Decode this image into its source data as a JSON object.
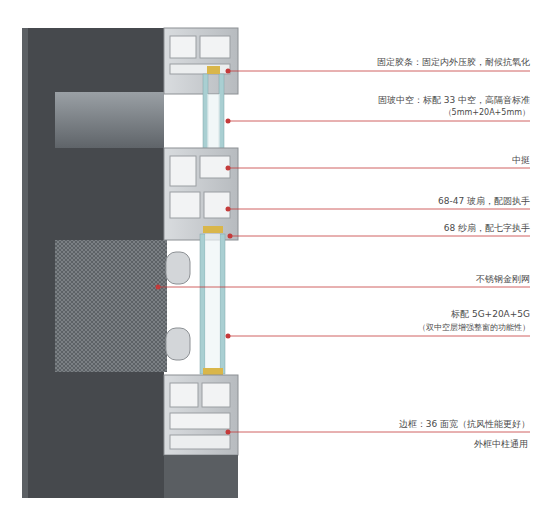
{
  "diagram": {
    "labels": [
      "固定胶条：固定内外压胶，耐候抗氧化",
      "固玻中空：标配 33 中空，高隔音标准",
      "（5mm+20A+5mm）",
      "中挺",
      "68-47 玻扇，配圆执手",
      "68 纱扇，配七字执手",
      "不锈钢金刚网",
      "标配 5G+20A+5G",
      "（双中空层增强整窗的功能性）",
      "边框：36 面宽（抗风性能更好）",
      "外框中柱通用"
    ]
  }
}
